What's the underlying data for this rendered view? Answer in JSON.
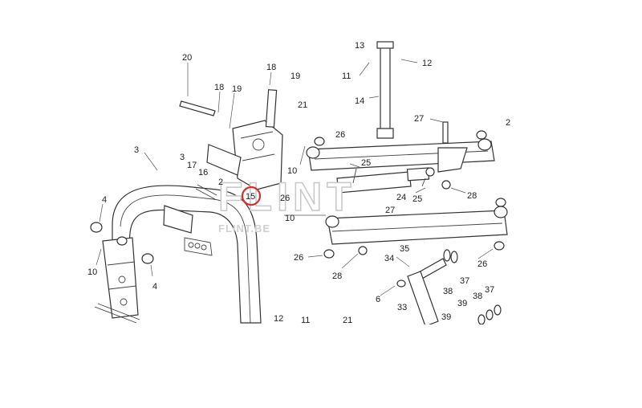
{
  "watermark": {
    "logo_text": "FLINT",
    "url": "FLINT.BE"
  },
  "highlight": {
    "part": "15",
    "color": "#d32f2f"
  },
  "callouts": [
    {
      "id": "c20",
      "text": "20"
    },
    {
      "id": "c18a",
      "text": "18"
    },
    {
      "id": "c19a",
      "text": "19"
    },
    {
      "id": "c18b",
      "text": "18"
    },
    {
      "id": "c19b",
      "text": "19"
    },
    {
      "id": "c21a",
      "text": "21"
    },
    {
      "id": "c13",
      "text": "13"
    },
    {
      "id": "c12a",
      "text": "12"
    },
    {
      "id": "c11a",
      "text": "11"
    },
    {
      "id": "c14",
      "text": "14"
    },
    {
      "id": "c27a",
      "text": "27"
    },
    {
      "id": "c2",
      "text": "2"
    },
    {
      "id": "c26a",
      "text": "26"
    },
    {
      "id": "c3a",
      "text": "3"
    },
    {
      "id": "c3b",
      "text": "3"
    },
    {
      "id": "c17",
      "text": "17"
    },
    {
      "id": "c16",
      "text": "16"
    },
    {
      "id": "c10a",
      "text": "10"
    },
    {
      "id": "c25a",
      "text": "25"
    },
    {
      "id": "c15",
      "text": "15"
    },
    {
      "id": "c2b",
      "text": "2"
    },
    {
      "id": "c26b",
      "text": "26"
    },
    {
      "id": "c24",
      "text": "24"
    },
    {
      "id": "c25b",
      "text": "25"
    },
    {
      "id": "c28a",
      "text": "28"
    },
    {
      "id": "c27b",
      "text": "27"
    },
    {
      "id": "c10b",
      "text": "10"
    },
    {
      "id": "c4a",
      "text": "4"
    },
    {
      "id": "c10c",
      "text": "10"
    },
    {
      "id": "c4b",
      "text": "4"
    },
    {
      "id": "c26c",
      "text": "26"
    },
    {
      "id": "c28b",
      "text": "28"
    },
    {
      "id": "c35",
      "text": "35"
    },
    {
      "id": "c34",
      "text": "34"
    },
    {
      "id": "c26d",
      "text": "26"
    },
    {
      "id": "c38a",
      "text": "38"
    },
    {
      "id": "c37a",
      "text": "37"
    },
    {
      "id": "c6",
      "text": "6"
    },
    {
      "id": "c37b",
      "text": "37"
    },
    {
      "id": "c38b",
      "text": "38"
    },
    {
      "id": "c39a",
      "text": "39"
    },
    {
      "id": "c33",
      "text": "33"
    },
    {
      "id": "c39b",
      "text": "39"
    },
    {
      "id": "c12b",
      "text": "12"
    },
    {
      "id": "c11b",
      "text": "11"
    },
    {
      "id": "c21b",
      "text": "21"
    }
  ]
}
